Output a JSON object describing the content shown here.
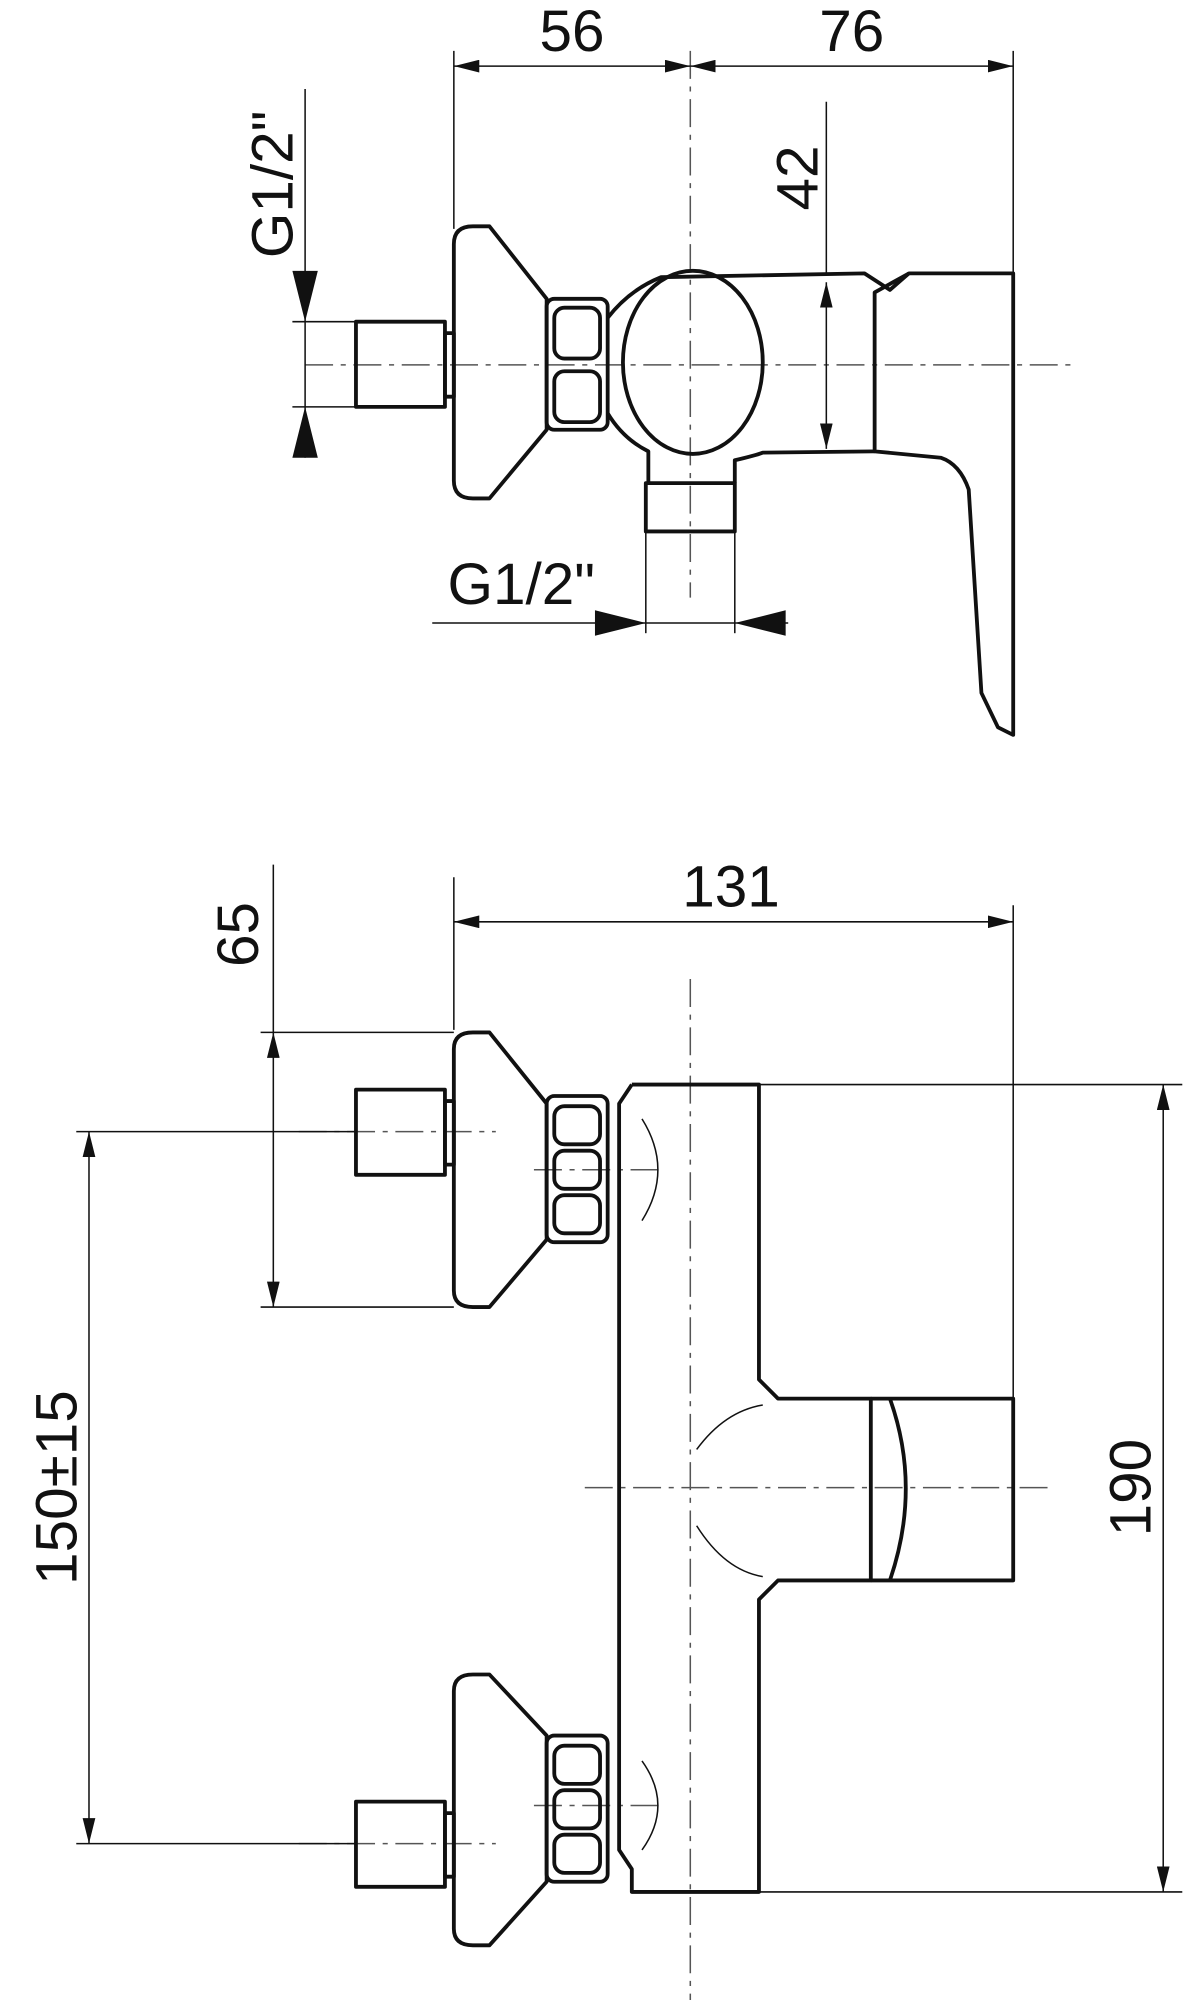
{
  "top_view": {
    "dim_width_left": "56",
    "dim_width_right": "76",
    "dim_height_body": "42",
    "thread_inlet": "G1/2\"",
    "thread_outlet": "G1/2\""
  },
  "front_view": {
    "dim_total_width": "131",
    "dim_flange": "65",
    "dim_center_distance": "150±15",
    "dim_total_height": "190"
  }
}
